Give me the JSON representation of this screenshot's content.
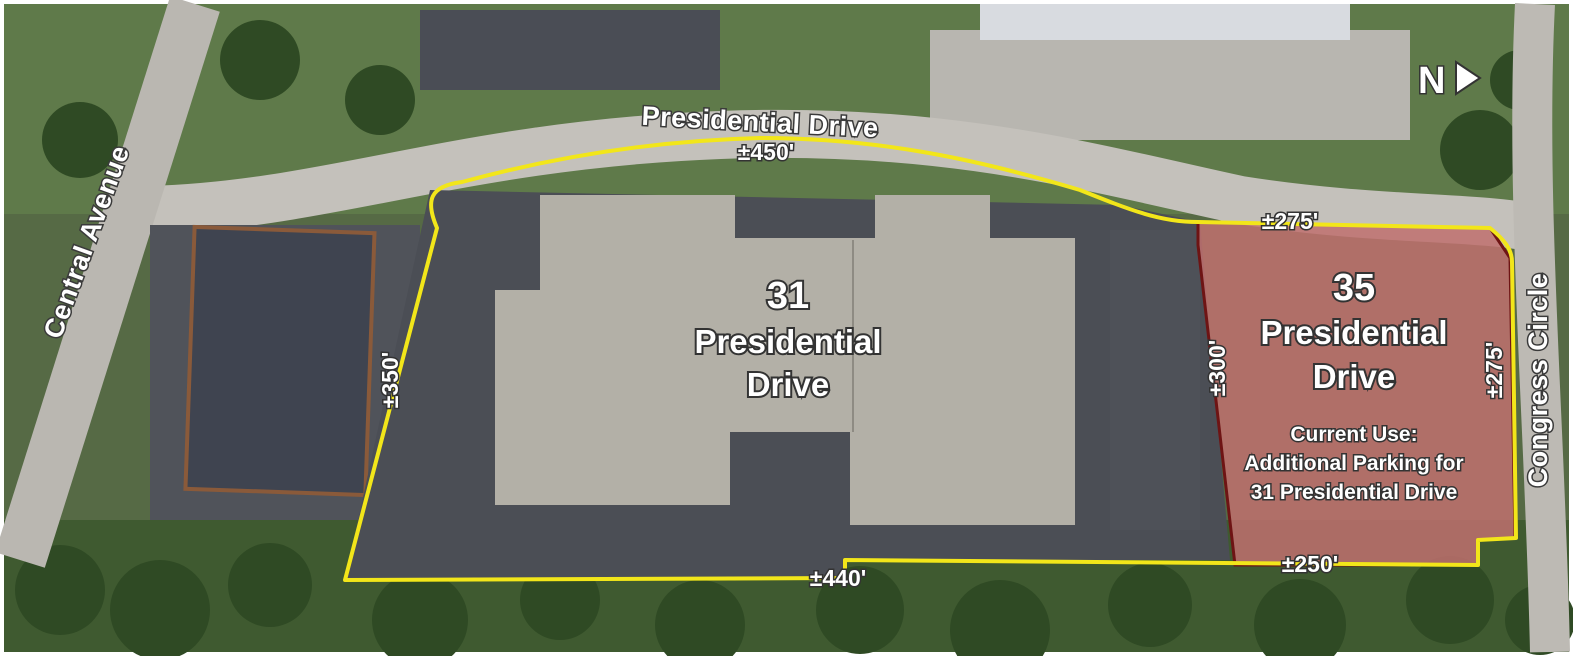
{
  "roads": {
    "presidential_drive": "Presidential Drive",
    "central_avenue": "Central Avenue",
    "congress_circle": "Congress Circle"
  },
  "north_arrow": {
    "label": "N",
    "icon": "triangle-right-icon"
  },
  "parcel_31": {
    "number": "31",
    "line1": "Presidential",
    "line2": "Drive",
    "dims": {
      "north": "±450'",
      "west": "±350'",
      "south": "±440'"
    }
  },
  "parcel_35": {
    "number": "35",
    "line1": "Presidential",
    "line2": "Drive",
    "use_title": "Current Use:",
    "use_line1": "Additional Parking for",
    "use_line2": "31 Presidential Drive",
    "dims": {
      "north": "±275'",
      "east": "±275'",
      "south": "±250'",
      "west": "±300'"
    }
  },
  "colors": {
    "boundary_31": "#f2e61a",
    "boundary_35": "#f2e61a",
    "fill_35": "#c0706f",
    "outline_35": "#6e1414"
  }
}
